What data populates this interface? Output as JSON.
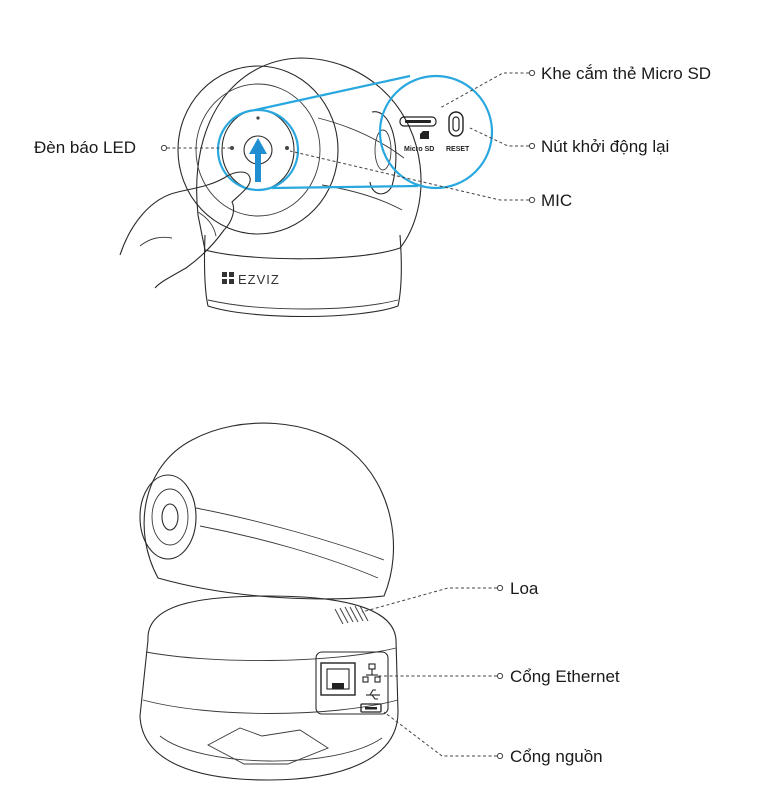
{
  "brand": "EZVIZ",
  "accent_color": "#29a8df",
  "front_view": {
    "labels": {
      "led": "Đèn báo LED",
      "sd_slot": "Khe cắm thẻ Micro SD",
      "reset_button": "Nút khởi động lại",
      "mic": "MIC"
    },
    "inset": {
      "micro_sd": "Micro SD",
      "reset": "RESET"
    }
  },
  "back_view": {
    "labels": {
      "speaker": "Loa",
      "ethernet": "Cổng Ethernet",
      "power": "Cổng nguồn"
    }
  }
}
